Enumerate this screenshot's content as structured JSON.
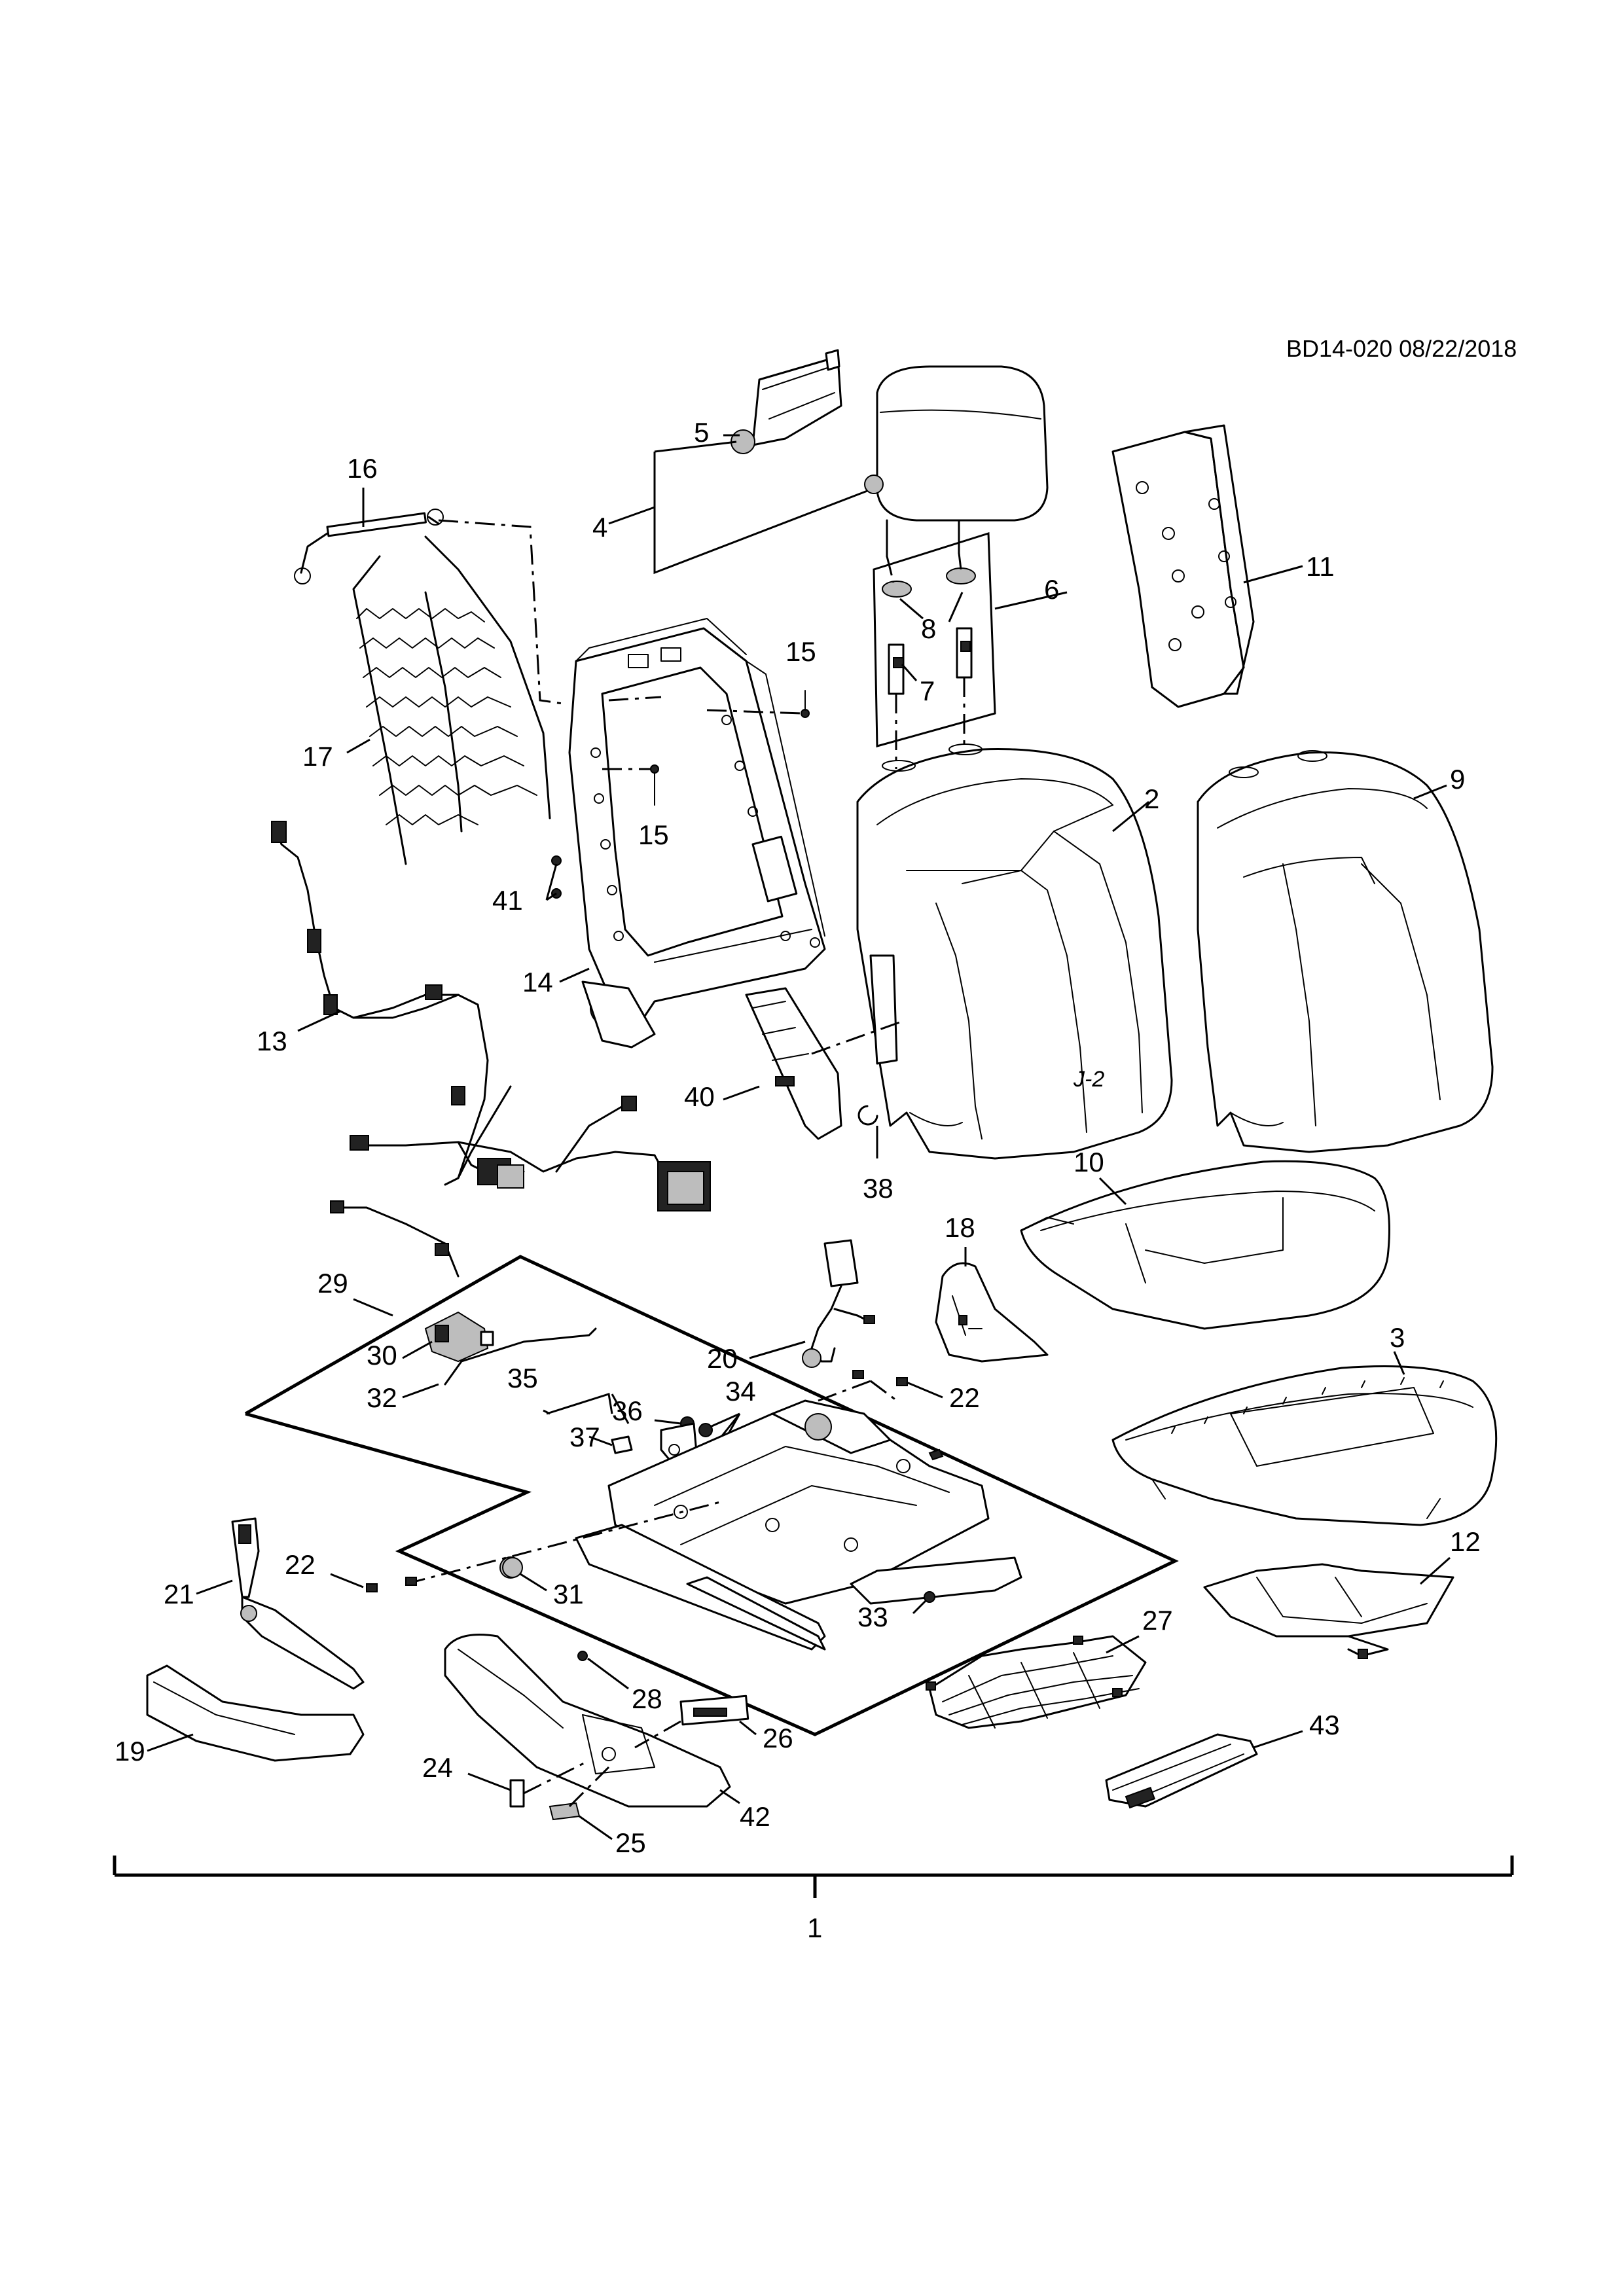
{
  "diagram": {
    "reference": "BD14-020 08/22/2018",
    "callouts": {
      "c1": "1",
      "c2": "2",
      "c3": "3",
      "c4": "4",
      "c5": "5",
      "c6": "6",
      "c7": "7",
      "c8": "8",
      "c9": "9",
      "c10": "10",
      "c11": "11",
      "c12": "12",
      "c13": "13",
      "c14": "14",
      "c15a": "15",
      "c15b": "15",
      "c16": "16",
      "c17": "17",
      "c18": "18",
      "c19": "19",
      "c20": "20",
      "c21": "21",
      "c22a": "22",
      "c22b": "22",
      "c24": "24",
      "c25": "25",
      "c26": "26",
      "c27": "27",
      "c28": "28",
      "c29": "29",
      "c30": "30",
      "c31": "31",
      "c32": "32",
      "c33": "33",
      "c34": "34",
      "c35": "35",
      "c36": "36",
      "c37": "37",
      "c38": "38",
      "c40": "40",
      "c41": "41",
      "c42": "42",
      "c43": "43"
    }
  }
}
